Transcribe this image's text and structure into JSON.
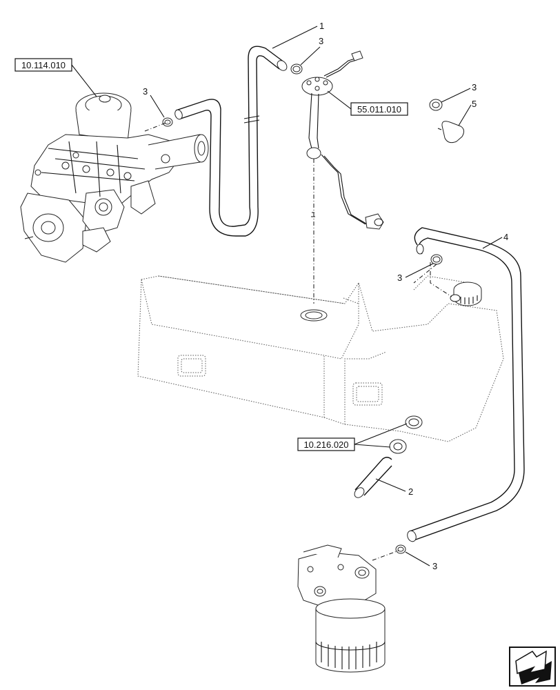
{
  "references": {
    "injection_pump": "10.114.010",
    "fuel_level_sender": "55.011.010",
    "tank_fittings": "10.216.020"
  },
  "callouts": {
    "hose_return": "1",
    "hose_short": "2",
    "clamp": "3",
    "hose_long": "4",
    "clip": "5"
  },
  "navigation": {
    "next_icon": "next-page-arrow-icon"
  }
}
